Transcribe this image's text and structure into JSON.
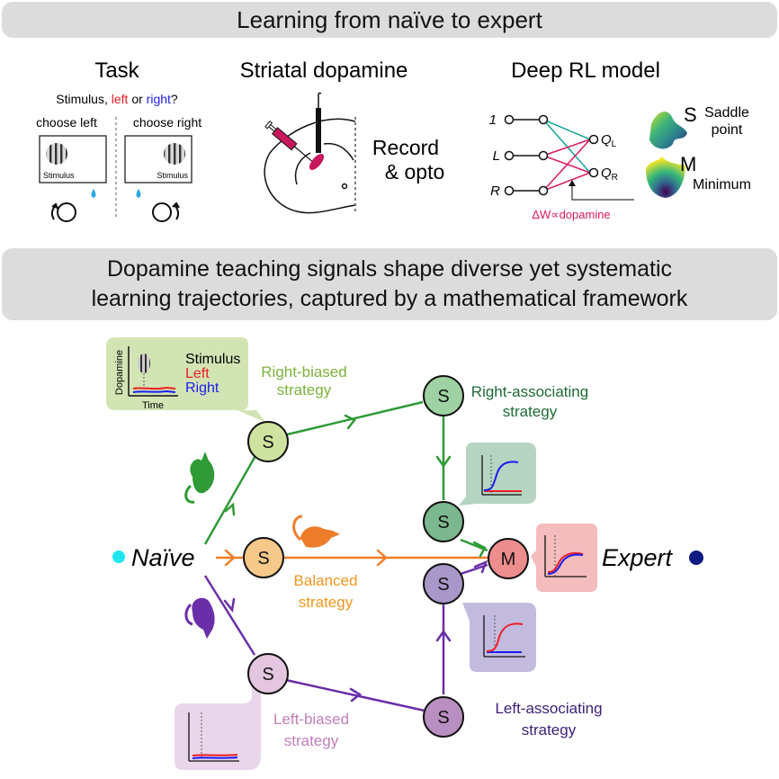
{
  "header": {
    "title": "Learning from naïve to expert"
  },
  "task": {
    "title": "Task",
    "question": {
      "prefix": "Stimulus, ",
      "left": "left",
      "middle": " or ",
      "right": "right",
      "suffix": "?"
    },
    "choose_left": "choose left",
    "choose_right": "choose right",
    "stimulus_label": "Stimulus"
  },
  "dopamine_panel": {
    "title": "Striatal dopamine",
    "line1": "Record",
    "line2": "& opto"
  },
  "rl_model": {
    "title": "Deep RL model",
    "inputs": [
      "1",
      "L",
      "R"
    ],
    "outputs": [
      "Q",
      "Q"
    ],
    "output_subs": [
      "L",
      "R"
    ],
    "update_rule": "ΔW∝dopamine",
    "saddle_letter": "S",
    "saddle_label_1": "Saddle",
    "saddle_label_2": "point",
    "minimum_letter": "M",
    "minimum_label": "Minimum"
  },
  "subheader": {
    "line1": "Dopamine teaching signals shape diverse yet systematic",
    "line2": "learning trajectories, captured by a mathematical framework"
  },
  "trajectory": {
    "start_label": "Naïve",
    "end_label": "Expert",
    "legend": {
      "stimulus": "Stimulus",
      "left": "Left",
      "right": "Right",
      "ylabel": "Dopamine",
      "xlabel": "Time"
    },
    "nodes": {
      "right_biased": "S",
      "right_associating": "S",
      "right_associating_lower": "S",
      "balanced": "S",
      "left_associating_upper": "S",
      "left_biased": "S",
      "left_associating": "S",
      "minimum": "M"
    },
    "strategies": {
      "right_biased": [
        "Right-biased",
        "strategy"
      ],
      "right_associating": [
        "Right-associating",
        "strategy"
      ],
      "balanced": [
        "Balanced",
        "strategy"
      ],
      "left_biased": [
        "Left-biased",
        "strategy"
      ],
      "left_associating": [
        "Left-associating",
        "strategy"
      ]
    }
  },
  "colors": {
    "left": "#ee1c24",
    "right": "#1b1bf0",
    "magenta": "#d81b60",
    "teal": "#1aa59b",
    "right_biased": "#7ab33a",
    "right_assoc": "#1e6b35",
    "balanced": "#ee7d2b",
    "balanced_text": "#f0961e",
    "left_biased": "#c07fb8",
    "left_assoc": "#3d1e78",
    "purple_line": "#6a2fa8",
    "green_line": "#2f9a36",
    "naive_dot": "#1ee6f0",
    "expert_dot": "#0e1a82"
  }
}
